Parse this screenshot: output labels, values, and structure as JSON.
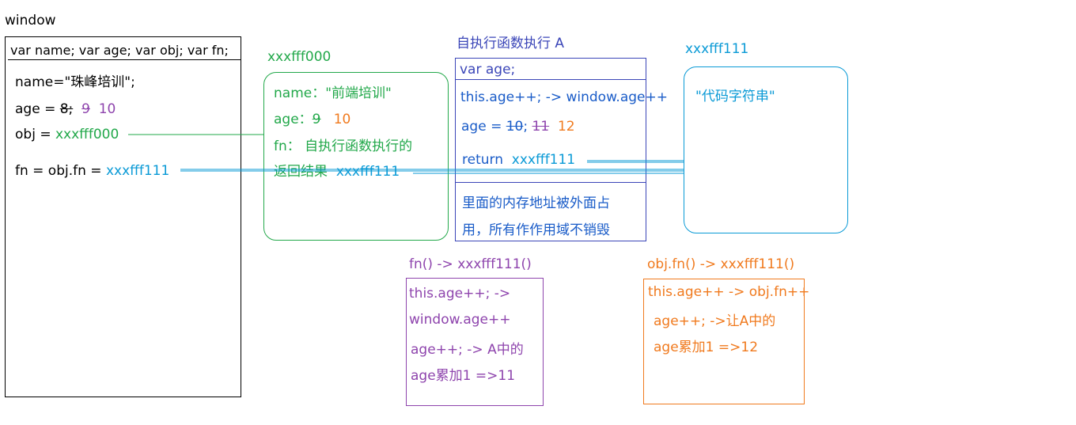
{
  "window_box": {
    "title": "window",
    "declarations": "var name; var age; var obj; var fn;",
    "name_line": "name=\"珠峰培训\";",
    "age_prefix": "age = ",
    "age_v1": "8;",
    "age_v2": "9",
    "age_v3": "10",
    "obj_prefix": "obj = ",
    "obj_value": "xxxfff000",
    "fn_prefix": "fn = obj.fn = ",
    "fn_value": "xxxfff111"
  },
  "obj_box": {
    "address": "xxxfff000",
    "name_line": "name：\"前端培训\"",
    "age_prefix": "age：",
    "age_v1": "9",
    "age_v2": "10",
    "fn_line1": "fn：  自执行函数执行的",
    "fn_line2": "返回结果",
    "fn_value": "xxxfff111"
  },
  "scope_a": {
    "title": "自执行函数执行    A",
    "decl": "var age;",
    "this_line": "this.age++; -> window.age++",
    "age_prefix": "age = ",
    "age_v1": "10",
    "age_sep": ";",
    "age_v2": "11",
    "age_v3": "12",
    "return_keyword": "return",
    "return_value": "xxxfff111",
    "note_line1": "里面的内存地址被外面占",
    "note_line2": "用，所有作作用域不销毁"
  },
  "fn_heap": {
    "address": "xxxfff111",
    "content": "\"代码字符串\""
  },
  "call_fn": {
    "title": "fn() -> xxxfff111()",
    "line1": "this.age++; ->",
    "line2": "window.age++",
    "line3": "age++; -> A中的",
    "line4": "age累加1 =>11"
  },
  "call_obj_fn": {
    "title": "obj.fn() -> xxxfff111()",
    "line1": "this.age++ -> obj.fn++",
    "line2": "age++; ->让A中的",
    "line3": "age累加1 =>12"
  },
  "colors": {
    "green": "#22a84a",
    "purple": "#8e44ad",
    "orange": "#f07a1e",
    "blue": "#1a5cc8",
    "cyan": "#0a9ad6",
    "navy": "#3b46b8"
  }
}
